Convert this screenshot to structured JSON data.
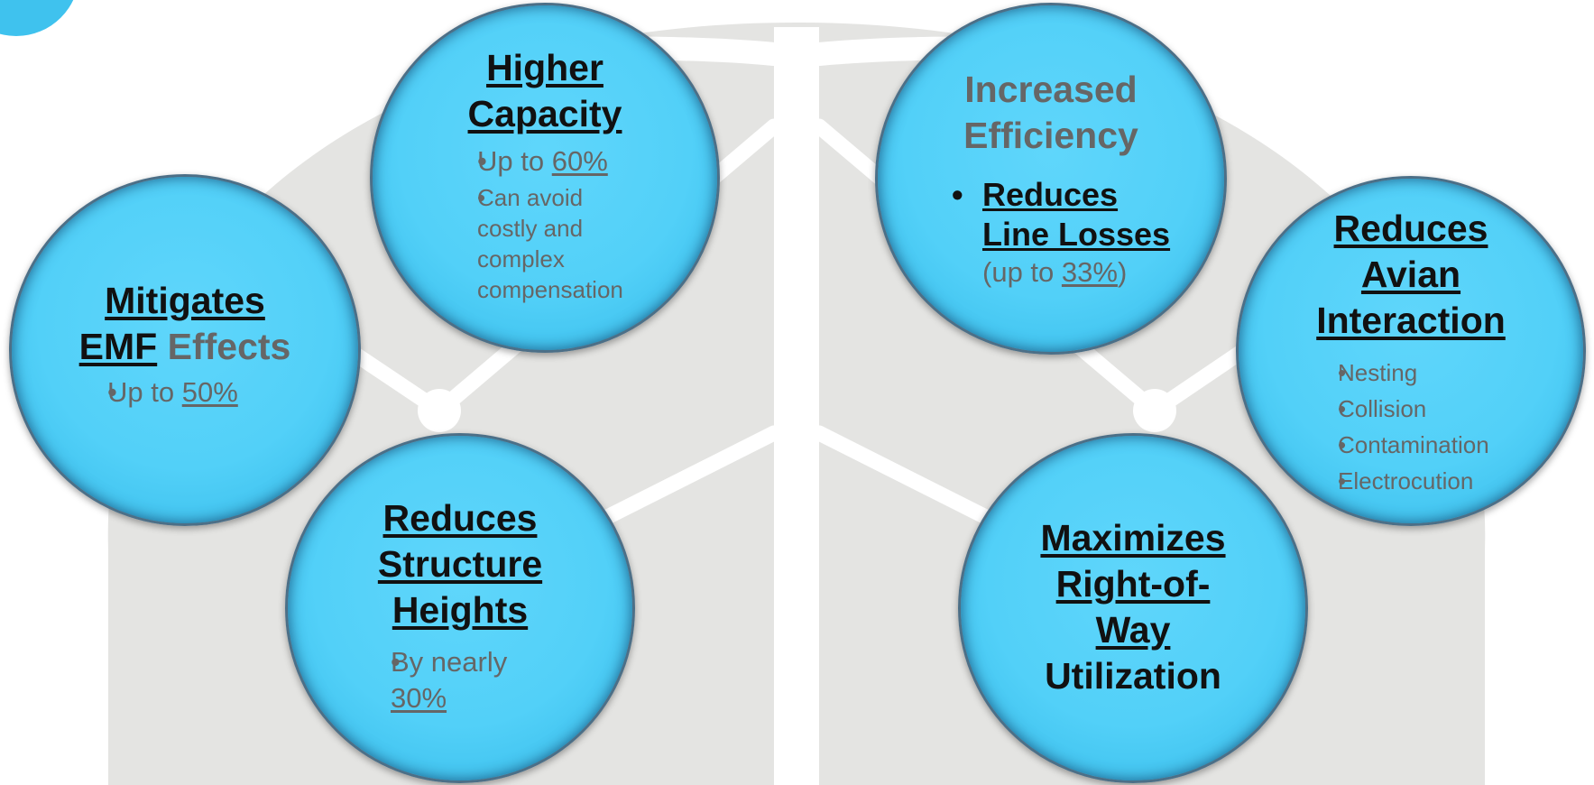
{
  "circles": {
    "emf": {
      "title_a": "Mitigates",
      "title_b": "EMF",
      "title_c": "Effects",
      "bullet_text": "Up to",
      "bullet_value": "50%"
    },
    "capacity": {
      "title_a": "Higher",
      "title_b": "Capacity",
      "bullets": [
        {
          "text": "Up to",
          "value": "60%"
        },
        {
          "lines": [
            "Can avoid",
            "costly and",
            "complex",
            "compensation"
          ]
        }
      ]
    },
    "structure": {
      "title_a": "Reduces",
      "title_b": "Structure",
      "title_c": "Heights",
      "bullet_line1": "By nearly",
      "bullet_value": "30%"
    },
    "efficiency": {
      "title_a": "Increased",
      "title_b": "Efficiency",
      "bullet_title_a": "Reduces",
      "bullet_title_b": "Line Losses",
      "bullet_note_open": "(up to ",
      "bullet_value": "33%",
      "bullet_note_close": ")"
    },
    "avian": {
      "title_a": "Reduces",
      "title_b": "Avian",
      "title_c": "Interaction",
      "bullets": [
        "Nesting",
        "Collision",
        "Contamination",
        "Electrocution"
      ]
    },
    "row": {
      "title_a": "Maximizes",
      "title_b": "Right-of-",
      "title_c": "Way",
      "title_d": "Utilization"
    }
  },
  "colors": {
    "circle_fill": "#52d0f8",
    "circle_border": "#4c6f87",
    "title_dark": "#111111",
    "text_gray": "#666666",
    "background_shape": "#e4e4e2"
  }
}
